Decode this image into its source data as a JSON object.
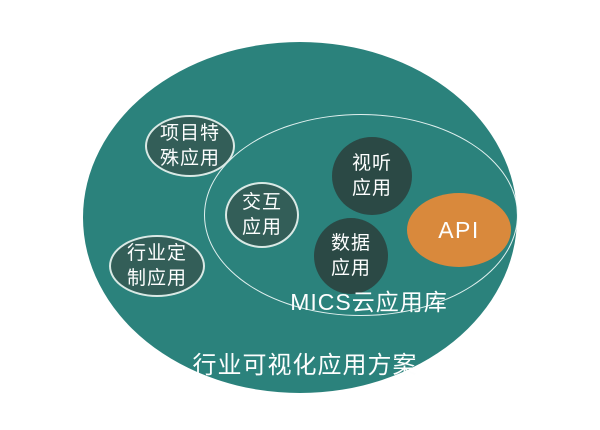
{
  "diagram": {
    "outer_label": "行业可视化应用方案",
    "inner_label": "MICS云应用库",
    "nodes": {
      "project_special": {
        "line1": "项目特",
        "line2": "殊应用"
      },
      "industry_custom": {
        "line1": "行业定",
        "line2": "制应用"
      },
      "interactive": {
        "line1": "交互",
        "line2": "应用"
      },
      "audio_visual": {
        "line1": "视听",
        "line2": "应用"
      },
      "data_app": {
        "line1": "数据",
        "line2": "应用"
      },
      "api": {
        "label": "API"
      }
    },
    "colors": {
      "background": "#ffffff",
      "outer_circle": "#2b827c",
      "outlined_node_fill": "#335e58",
      "dark_node_fill": "#2b4945",
      "api_node_fill": "#d9893c",
      "outline_stroke": "#ebf8f5",
      "text": "#fdfefe"
    }
  }
}
